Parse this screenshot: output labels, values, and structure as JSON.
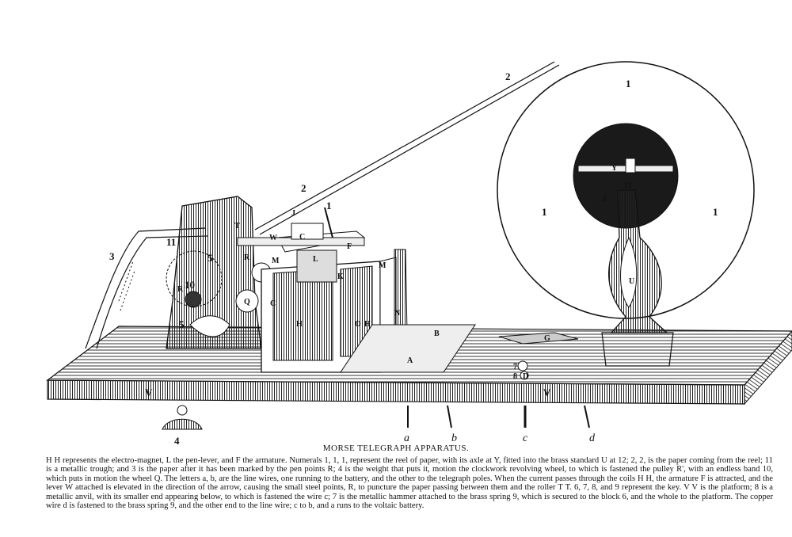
{
  "title": "MORSE TELEGRAPH APPARATUS.",
  "description": "H H represents the electro-magnet, L the pen-lever, and F the armature. Numerals 1, 1, 1, represent the reel of paper, with its axle at Y, fitted into the brass standard U at 12; 2, 2, is the paper coming from the reel; 11 is a metallic trough; and 3 is the paper after it has been marked by the pen points R; 4 is the weight that puts it, motion the clockwork revolving wheel, to which is fastened the pulley R', with an endless band 10, which puts in motion the wheel Q. The letters a, b, are the line wires, one running to the battery, and the other to the telegraph poles. When the current passes through the coils H H, the armature F is attracted, and the lever W attached is elevated in the direction of the arrow, causing the small steel points, R, to puncture the paper passing between them and the roller T T. 6, 7, 8, and 9 represent the key. V V is the platform; 8 is a metallic anvil, with its smaller end appearing below, to which is fastened the wire c; 7 is the metallic hammer attached to the brass spring 9, which is secured to the block 6, and the whole to the platform. The copper wire d is fastened to the brass spring 9, and the other end to the line wire; c to b, and a runs to the voltaic battery.",
  "labels": {
    "reel_top": "1",
    "reel_left": "1",
    "reel_right": "1",
    "axle_y": "Y",
    "standard_12": "12",
    "hub_z": "Z",
    "standard_u": "U",
    "paper_2_upper": "2",
    "paper_2_lower": "2",
    "paper_3": "3",
    "trough_11": "11",
    "label_1_small": "1",
    "j": "J",
    "t": "T",
    "w": "W",
    "c_upper": "C",
    "f": "F",
    "m_upper": "M",
    "m_right": "M",
    "l": "L",
    "k": "K",
    "r": "R",
    "five_upper": "5",
    "five_lower": "5",
    "ten": "10",
    "r_prime": "R'",
    "q": "Q",
    "c_left": "C",
    "h_left": "H",
    "h_right": "H",
    "o": "O",
    "n": "N",
    "b_label": "B",
    "a_label": "A",
    "g": "G",
    "seven": "7",
    "eight": "8",
    "d_small": "D",
    "v_left": "V",
    "v_right": "V",
    "weight_4": "4",
    "wire_a": "a",
    "wire_b": "b",
    "wire_c": "c",
    "wire_d": "d"
  },
  "colors": {
    "ink": "#111111",
    "paper": "#ffffff",
    "hatch": "#555555"
  }
}
